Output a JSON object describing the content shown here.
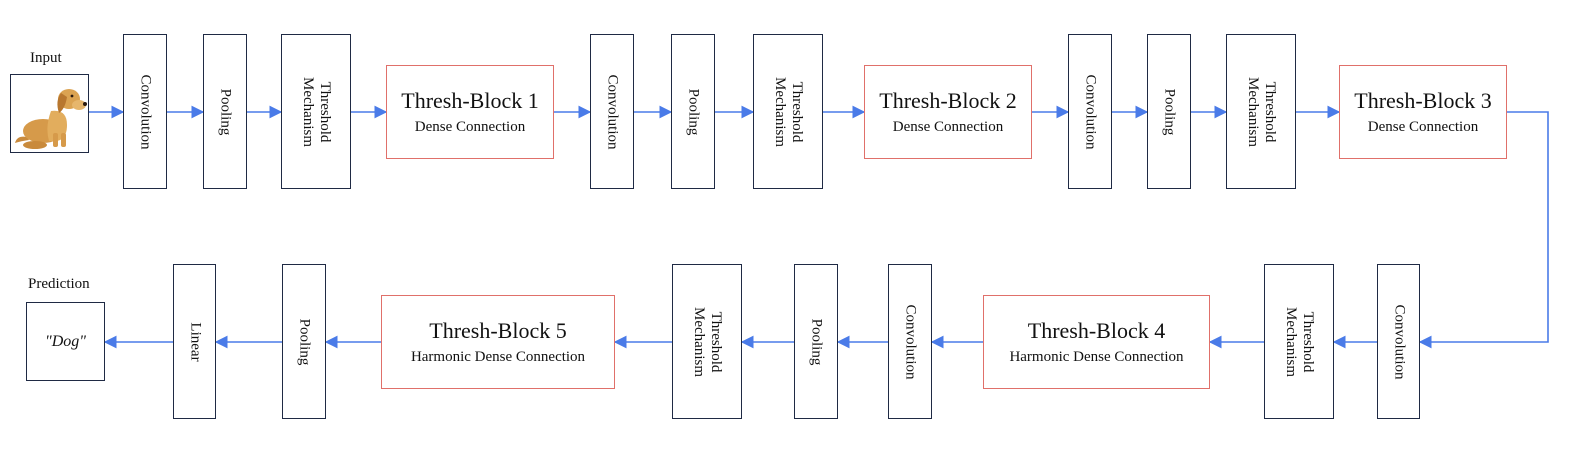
{
  "input": {
    "label": "Input",
    "image_icon": "dog-photo"
  },
  "prediction": {
    "label": "Prediction",
    "value": "\"Dog\""
  },
  "top_row": {
    "stage1": {
      "conv": "Convolution",
      "pool": "Pooling",
      "thresh": "Threshold\nMechanism",
      "block_title": "Thresh-Block 1",
      "block_sub": "Dense Connection"
    },
    "stage2": {
      "conv": "Convolution",
      "pool": "Pooling",
      "thresh": "Threshold\nMechanism",
      "block_title": "Thresh-Block 2",
      "block_sub": "Dense Connection"
    },
    "stage3": {
      "conv": "Convolution",
      "pool": "Pooling",
      "thresh": "Threshold\nMechanism",
      "block_title": "Thresh-Block 3",
      "block_sub": "Dense Connection"
    }
  },
  "bottom_row": {
    "stage4": {
      "conv": "Convolution",
      "thresh": "Threshold\nMechanism",
      "block_title": "Thresh-Block 4",
      "block_sub": "Harmonic Dense Connection"
    },
    "stage5": {
      "conv": "Convolution",
      "pool": "Pooling",
      "thresh": "Threshold\nMechanism",
      "block_title": "Thresh-Block 5",
      "block_sub": "Harmonic Dense Connection"
    },
    "final": {
      "pool": "Pooling",
      "linear": "Linear"
    }
  },
  "colors": {
    "arrow": "#4a7be8",
    "box_border": "#1f2a44",
    "block_border": "#e0706a"
  }
}
